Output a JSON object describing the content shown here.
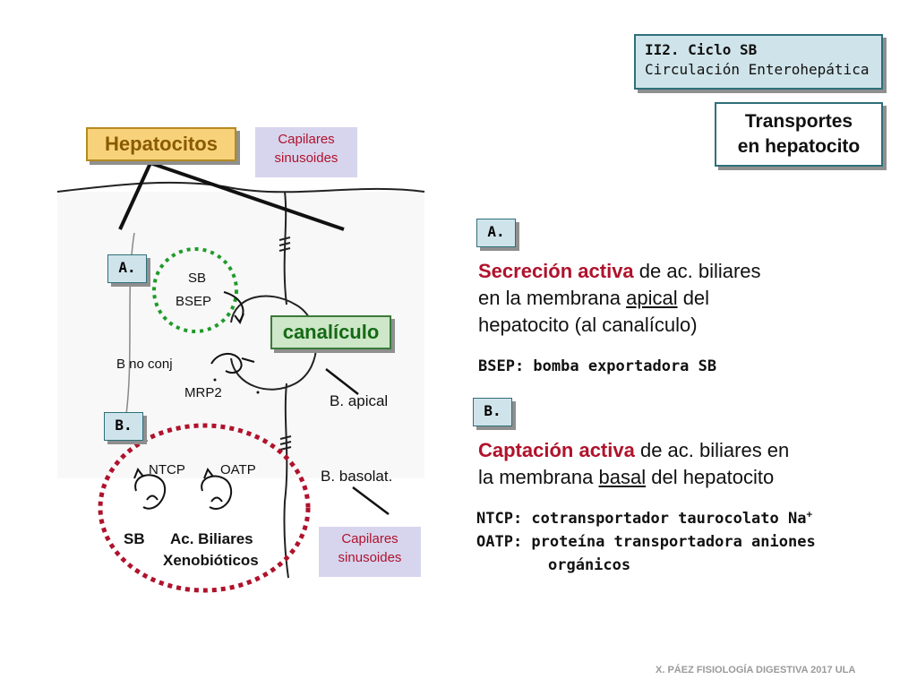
{
  "header": {
    "line1": "II2. Ciclo SB",
    "line2": "Circulación Enterohepática"
  },
  "topic": {
    "line1": "Transportes",
    "line2": "en hepatocito"
  },
  "diagram": {
    "hepatocitos": "Hepatocitos",
    "capilares_top": {
      "line1": "Capilares",
      "line2": "sinusoides"
    },
    "capilares_bottom": {
      "line1": "Capilares",
      "line2": "sinusoides"
    },
    "tag_a": "A.",
    "tag_b": "B.",
    "sb": "SB",
    "bsep": "BSEP",
    "canaliculo": "canalículo",
    "b_no_conj": "B no conj",
    "mrp2": "MRP2",
    "b_apical": "B. apical",
    "b_basolat": "B. basolat.",
    "ntcp": "NTCP",
    "oatp": "OATP",
    "sb_bottom": "SB",
    "ac_biliares": "Ac. Biliares",
    "xenobioticos": "Xenobióticos"
  },
  "section_a": {
    "tag": "A.",
    "bold": "Secreción activa",
    "text1": " de ac. biliares",
    "text2": "en la membrana ",
    "underline": "apical",
    "text3": " del",
    "text4": "hepatocito (al canalículo)",
    "def_term": "BSEP",
    "def_text": ": bomba exportadora SB"
  },
  "section_b": {
    "tag": "B.",
    "bold": "Captación activa",
    "text1": " de ac. biliares en",
    "text2": "la membrana ",
    "underline": "basal",
    "text3": " del hepatocito",
    "ntcp_term": "NTCP",
    "ntcp_text": ": cotransportador taurocolato Na",
    "ntcp_sup": "+",
    "oatp_term": "OATP",
    "oatp_text": ": proteína transportadora aniones",
    "oatp_text2": "orgánicos"
  },
  "footer": "X. PÁEZ   FISIOLOGÍA DIGESTIVA 2017 ULA"
}
